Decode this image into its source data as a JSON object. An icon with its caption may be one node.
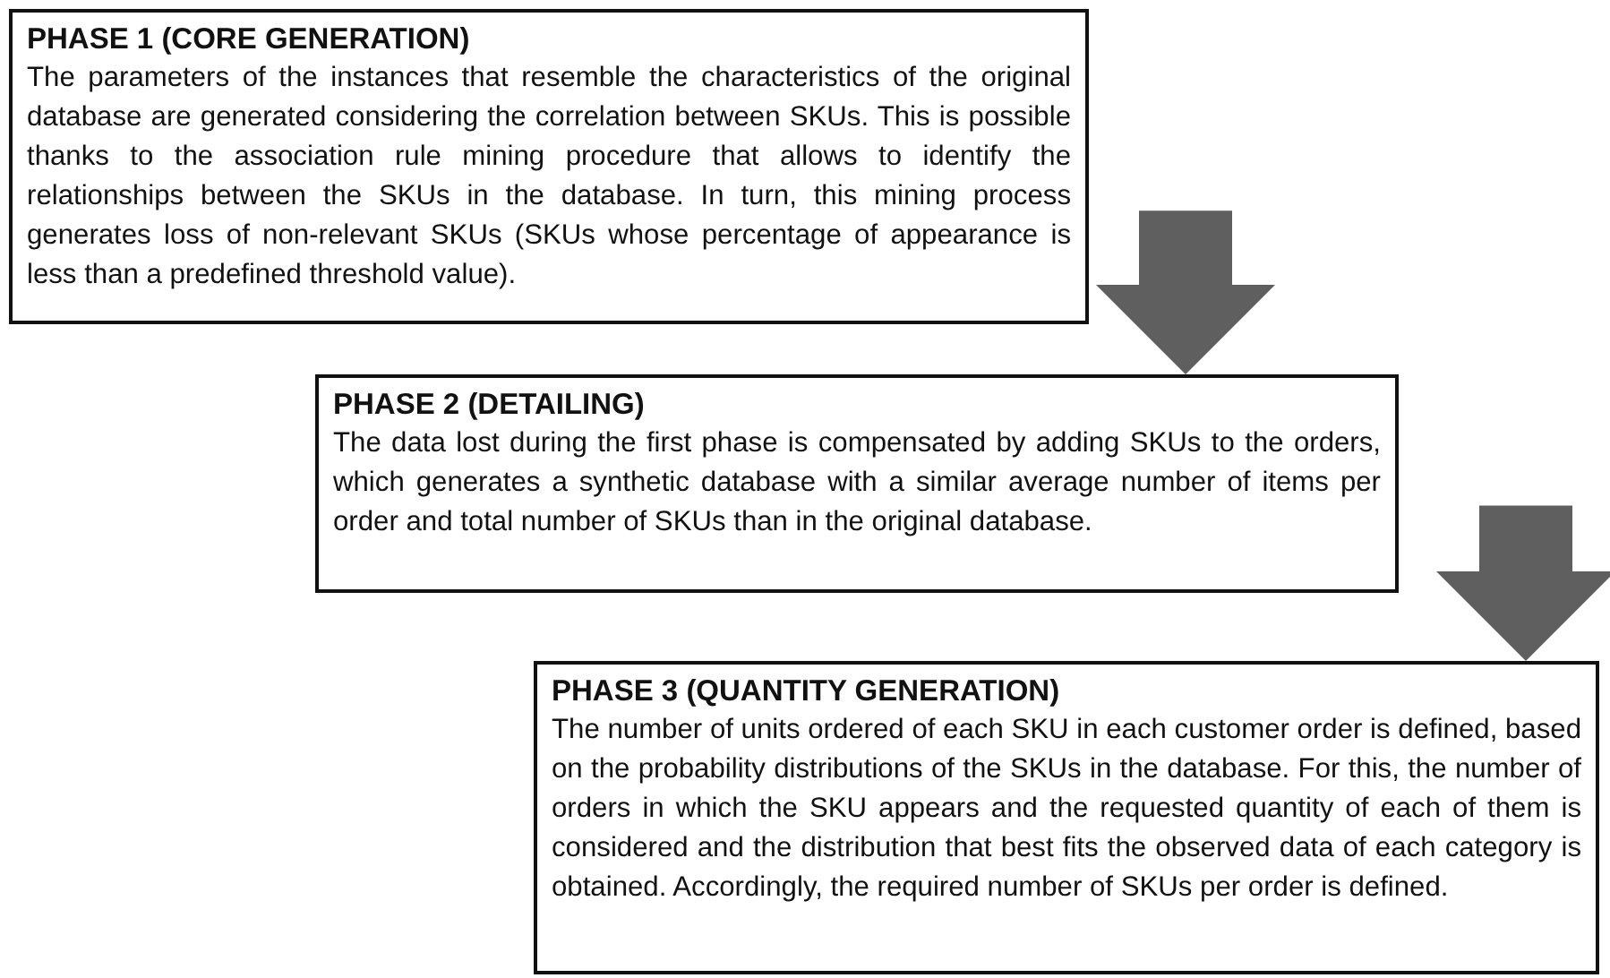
{
  "diagram": {
    "nodes": [
      {
        "text": [
          "PHASE 1 (CORE GENERATION)",
          "The parameters of the instances that resemble the characteristics of the original database are generated considering the correlation between SKUs. This is possible thanks to the association rule mining procedure that allows to identify the relationships between the SKUs in the database. In turn, this mining process generates loss of non-relevant SKUs (SKUs whose percentage of appearance is less than a predefined threshold value)."
        ]
      },
      {
        "text": [
          "PHASE 2 (DETAILING)",
          "The data lost during the first phase is compensated by adding SKUs to the orders, which generates a synthetic database with a similar average number of items per order and total number of SKUs than in the original database."
        ]
      },
      {
        "text": [
          "PHASE 3 (QUANTITY GENERATION)",
          "The number of units ordered of each SKU in each customer order is defined, based on the probability distributions of the SKUs in the database. For this, the number of orders in which the SKU appears and the requested quantity of each of them is considered and the distribution that best fits the observed data of each category is obtained. Accordingly, the required number of SKUs per order is defined."
        ]
      }
    ],
    "edges": [
      {
        "from": 0,
        "to": 1,
        "arrow": "to"
      },
      {
        "from": 1,
        "to": 2,
        "arrow": "to"
      }
    ]
  }
}
